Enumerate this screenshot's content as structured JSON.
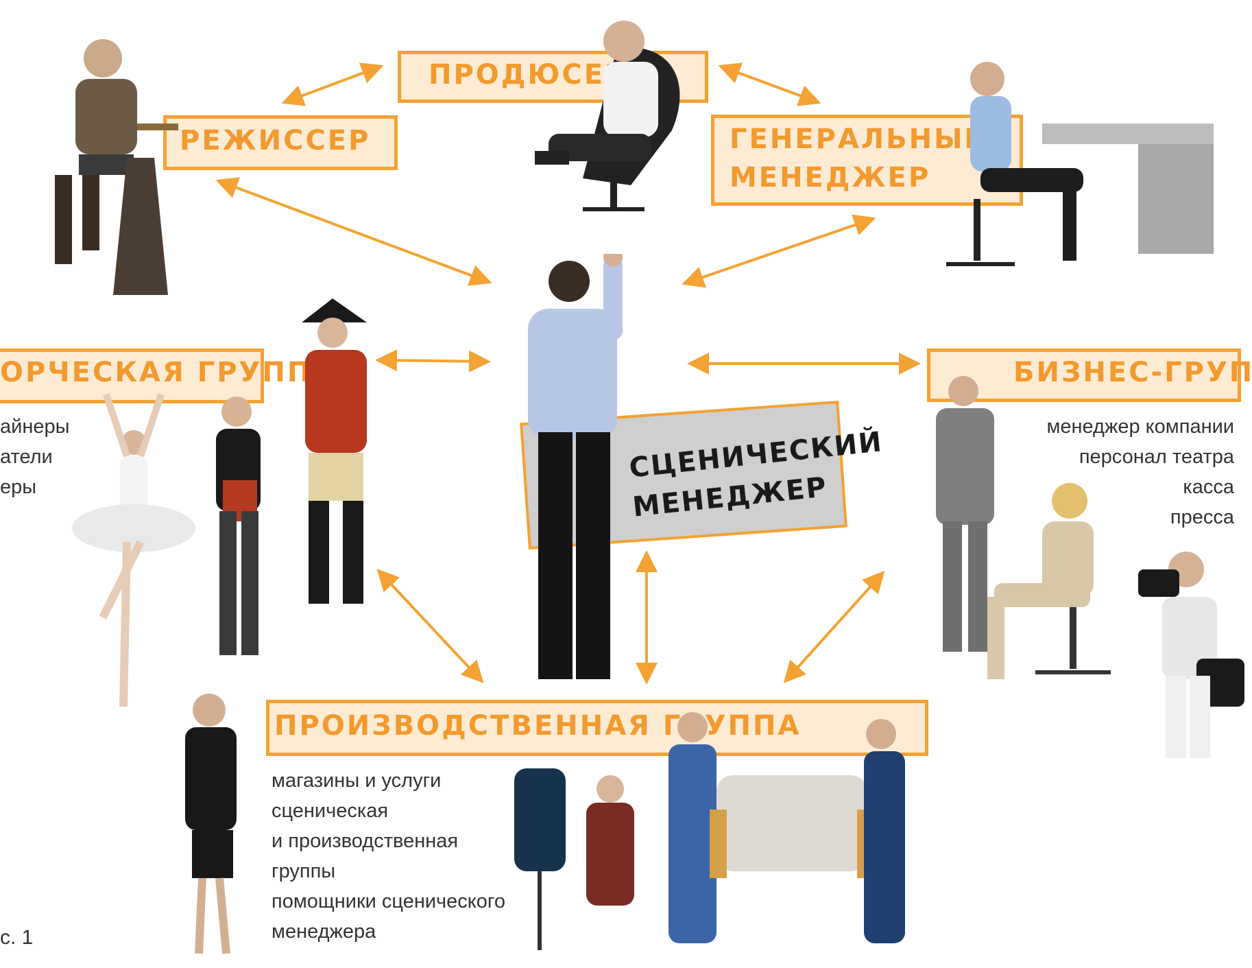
{
  "colors": {
    "accent": "#f4a233",
    "box_fill": "#fdebd3",
    "center_fill": "#cfcfcf",
    "text": "#333333"
  },
  "nodes": {
    "producer": "ПРОДЮСЕР",
    "director": "РЕЖИССЕР",
    "general_manager": [
      "ГЕНЕРАЛЬНЫЙ",
      "МЕНЕДЖЕР"
    ],
    "creative_group": "ОРЧЕСКАЯ ГРУППА",
    "business_group": "БИЗНЕС-ГРУППА",
    "production_group": "ПРОИЗВОДСТВЕННАЯ ГРУППА",
    "stage_manager": [
      "СЦЕНИЧЕСКИЙ",
      "МЕНЕДЖЕР"
    ]
  },
  "lists": {
    "creative": [
      "айнеры",
      "атели",
      "еры"
    ],
    "business": [
      "менеджер компании",
      "персонал театра",
      "касса",
      "пресса"
    ],
    "production": [
      "магазины и услуги",
      "сценическая",
      "и производственная",
      "группы",
      "помощники сценического",
      "менеджера"
    ]
  },
  "caption": "с. 1",
  "icons": [
    "director-figure",
    "producer-figure",
    "general-manager-figure",
    "stage-manager-figure",
    "ballerina-figure",
    "actress-figure",
    "costumed-actor-figure",
    "businessman-figure",
    "seated-woman-figure",
    "photographer-figure",
    "woman-in-suit-figure",
    "seamstress-figure",
    "movers-sofa-figure"
  ]
}
